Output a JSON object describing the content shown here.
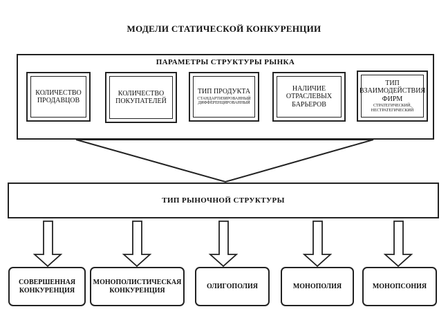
{
  "title": "МОДЕЛИ СТАТИЧЕСКОЙ КОНКУРЕНЦИИ",
  "parameters": {
    "title": "ПАРАМЕТРЫ СТРУКТУРЫ РЫНКА",
    "items": [
      {
        "main": "КОЛИЧЕСТВО ПРОДАВЦОВ",
        "sub": ""
      },
      {
        "main": "КОЛИЧЕСТВО ПОКУПАТЕЛЕЙ",
        "sub": ""
      },
      {
        "main": "ТИП ПРОДУКТА",
        "sub": "СТАНДАРТИЗИРОВАННЫЙ ДИФФЕРЕНЦИРОВАННЫЙ"
      },
      {
        "main": "НАЛИЧИЕ ОТРАСЛЕВЫХ БАРЬЕРОВ",
        "sub": ""
      },
      {
        "main": "ТИП ВЗАИМОДЕЙСТВИЯ ФИРМ",
        "sub": "СТРАТЕГИЧЕСКИЙ, НЕСТРАТЕГИЧЕСКИЙ"
      }
    ]
  },
  "market_type": "ТИП РЫНОЧНОЙ СТРУКТУРЫ",
  "results": [
    "СОВЕРШЕННАЯ КОНКУРЕНЦИЯ",
    "МОНОПОЛИСТИЧЕСКАЯ КОНКУРЕНЦИЯ",
    "ОЛИГОПОЛИЯ",
    "МОНОПОЛИЯ",
    "МОНОПСОНИЯ"
  ]
}
